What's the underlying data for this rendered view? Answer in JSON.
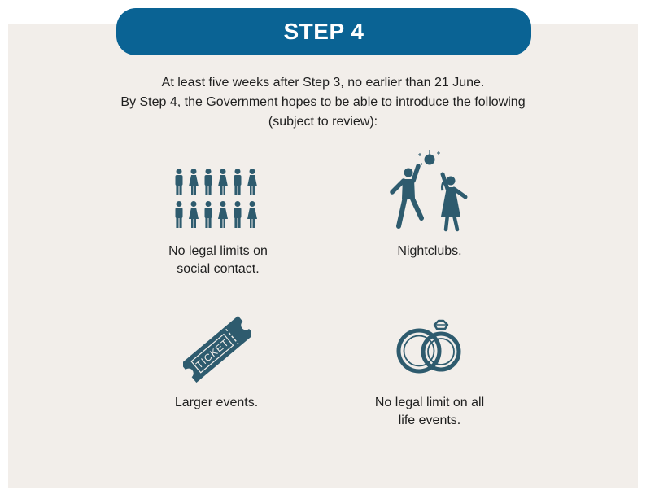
{
  "header": {
    "title": "STEP 4"
  },
  "intro": {
    "line1": "At least five weeks after Step 3, no earlier than 21 June.",
    "line2": "By Step 4, the Government hopes to be able to introduce the following",
    "line3": "(subject to review):"
  },
  "items": [
    {
      "icon": "crowd-icon",
      "caption_lines": [
        "No legal limits on",
        "social contact."
      ]
    },
    {
      "icon": "dancing-people-icon",
      "caption_lines": [
        "Nightclubs."
      ]
    },
    {
      "icon": "ticket-icon",
      "caption_lines": [
        "Larger events."
      ],
      "ticket_text": "TICKET"
    },
    {
      "icon": "wedding-rings-icon",
      "caption_lines": [
        "No legal limit on all",
        "life events."
      ]
    }
  ],
  "colors": {
    "accent": "#0a6394",
    "icon": "#2e5b6e",
    "background": "#f2eeea",
    "text": "#1f1f1f"
  }
}
